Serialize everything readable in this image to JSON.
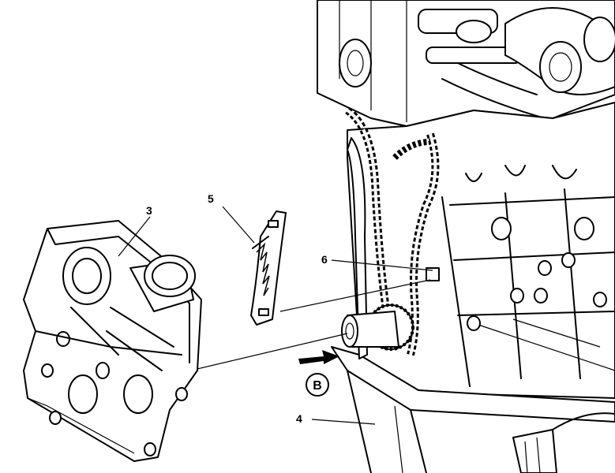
{
  "callouts": {
    "c3": "3",
    "c4": "4",
    "c5": "5",
    "c6": "6"
  },
  "stamp": "B"
}
